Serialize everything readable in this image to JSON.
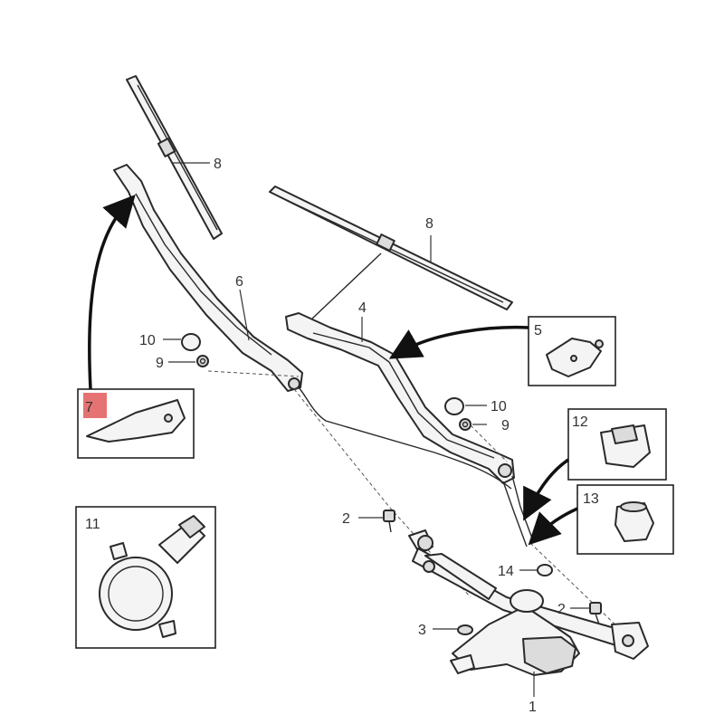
{
  "callouts": {
    "motor": "1",
    "bolt_a": "2",
    "bolt_b": "2",
    "screw": "3",
    "arm_right": "4",
    "nozzle_inset": "5",
    "arm_left": "6",
    "cover_inset": "7",
    "blade_left": "8",
    "blade_right": "8",
    "cap_left": "10",
    "nut_left": "9",
    "cap_right": "10",
    "nut_right": "9",
    "sensor_inset": "11",
    "clip_inset": "12",
    "grommet_inset": "13",
    "nut_motor": "14"
  },
  "colors": {
    "highlight": "#e57373",
    "line": "#2a2a2a"
  }
}
